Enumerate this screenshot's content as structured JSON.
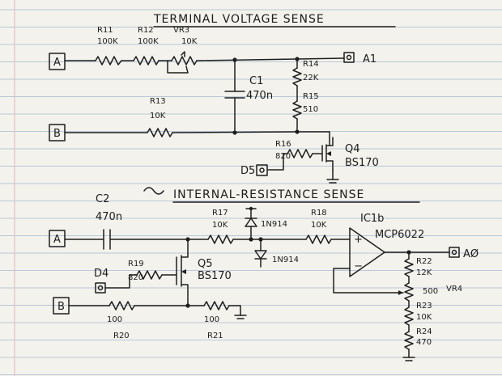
{
  "titles": {
    "top": "TERMINAL VOLTAGE SENSE",
    "bottom": "INTERNAL-RESISTANCE SENSE"
  },
  "terminals": {
    "a1": "A",
    "b1": "B",
    "a2": "A",
    "b2": "B"
  },
  "top_labels": {
    "r11_name": "R11",
    "r11_val": "100K",
    "r12_name": "R12",
    "r12_val": "100K",
    "vr3_name": "VR3",
    "vr3_val": "10K",
    "r13_name": "R13",
    "r13_val": "10K",
    "c1_name": "C1",
    "c1_val": "470n",
    "r14_name": "R14",
    "r14_val": "22K",
    "r15_name": "R15",
    "r15_val": "510",
    "r16_name": "R16",
    "r16_val": "820",
    "q4_name": "Q4",
    "q4_val": "BS170",
    "d5": "D5",
    "a1_out": "A1"
  },
  "bottom_labels": {
    "c2_name": "C2",
    "c2_val": "470n",
    "r17_name": "R17",
    "r17_val": "10K",
    "r18_name": "R18",
    "r18_val": "10K",
    "d_top": "1N914",
    "d_bot": "1N914",
    "ic_name": "IC1b",
    "ic_part": "MCP6022",
    "plus": "+",
    "minus": "−",
    "d4": "D4",
    "r19_name": "R19",
    "r19_val": "820",
    "q5_name": "Q5",
    "q5_val": "BS170",
    "r20_val": "100",
    "r20_name": "R20",
    "r21_val": "100",
    "r21_name": "R21",
    "r22_name": "R22",
    "r22_val": "12K",
    "vr4_val": "500",
    "vr4_name": "VR4",
    "r23_name": "R23",
    "r23_val": "10K",
    "r24_name": "R24",
    "r24_val": "470",
    "a0_out": "AØ"
  }
}
